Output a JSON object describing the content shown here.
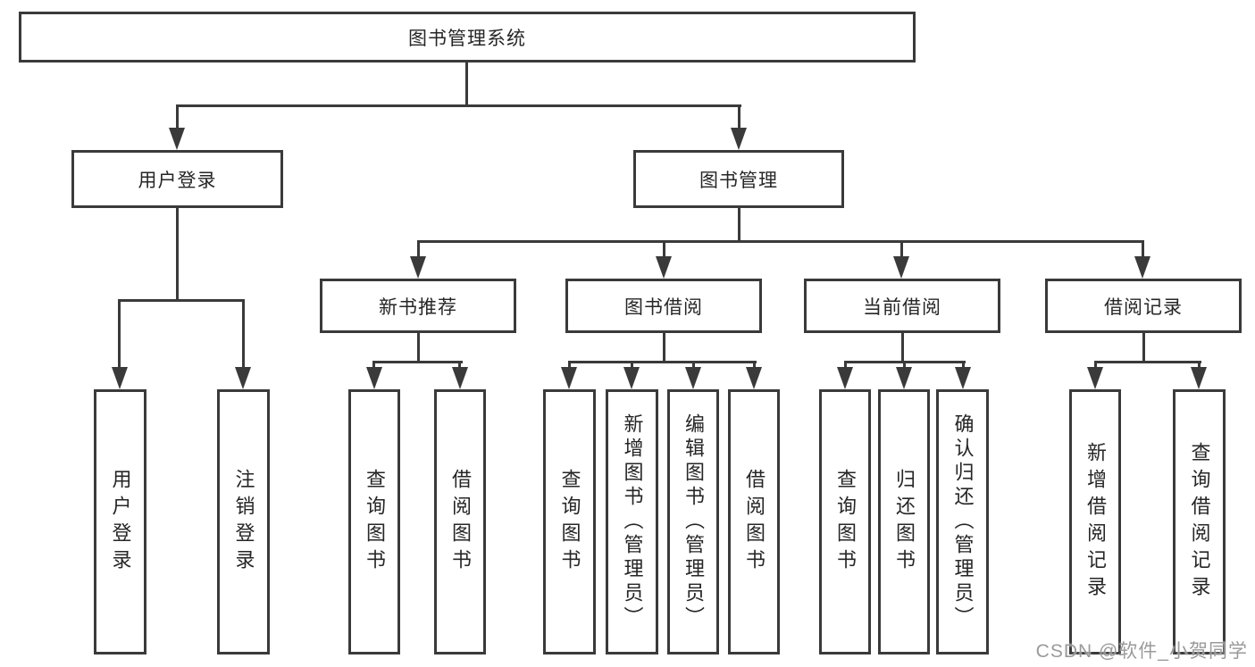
{
  "tree": {
    "label": "图书管理系统",
    "children": [
      {
        "label": "用户登录",
        "children": [
          {
            "label": "用户登录"
          },
          {
            "label": "注销登录"
          }
        ]
      },
      {
        "label": "图书管理",
        "children": [
          {
            "label": "新书推荐",
            "children": [
              {
                "label": "查询图书"
              },
              {
                "label": "借阅图书"
              }
            ]
          },
          {
            "label": "图书借阅",
            "children": [
              {
                "label": "查询图书"
              },
              {
                "label": "新增图书（管理员）"
              },
              {
                "label": "编辑图书（管理员）"
              },
              {
                "label": "借阅图书"
              }
            ]
          },
          {
            "label": "当前借阅",
            "children": [
              {
                "label": "查询图书"
              },
              {
                "label": "归还图书"
              },
              {
                "label": "确认归还（管理员）"
              }
            ]
          },
          {
            "label": "借阅记录",
            "children": [
              {
                "label": "新增借阅记录"
              },
              {
                "label": "查询借阅记录"
              }
            ]
          }
        ]
      }
    ]
  },
  "watermark": {
    "text": "CSDN @软件_小贺同学"
  },
  "colors": {
    "line": "#3a3a3a",
    "box_border": "#3a3a3a",
    "box_background": "#ffffff",
    "text": "#262626",
    "watermark": "#919191",
    "background": "#ffffff"
  }
}
